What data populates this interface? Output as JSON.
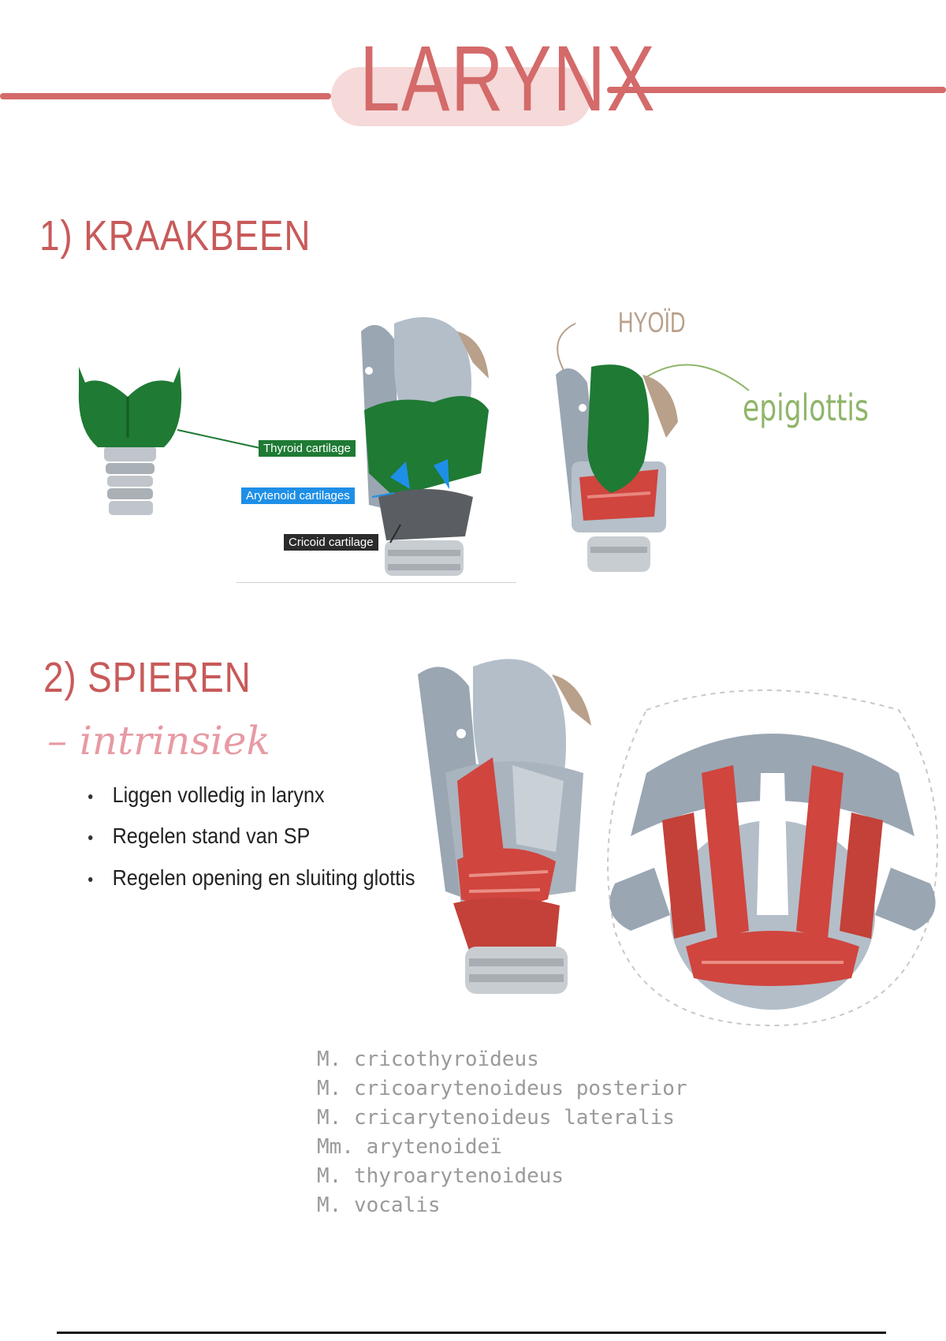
{
  "title": "LARYNX",
  "colors": {
    "accent": "#d46a6a",
    "accent_light": "#f6d9d9",
    "thyroid_green": "#1f7a34",
    "arytenoid_blue": "#1e8fe6",
    "cricoid_dark": "#2b2b2b",
    "epiglottis_text": "#8fb56a",
    "muscle_red": "#d0453e",
    "cartilage_grey": "#a9b4bf"
  },
  "section1": {
    "heading": "1) KRAAKBEEN",
    "labels": {
      "thyroid": "Thyroid cartilage",
      "arytenoid": "Arytenoid cartilages",
      "cricoid": "Cricoid cartilage"
    },
    "annotations": {
      "hyoid": "HYOÏD",
      "epiglottis": "epiglottis"
    }
  },
  "section2": {
    "heading": "2) SPIEREN",
    "subheading": "– intrinsiek",
    "bullets": [
      "Liggen volledig in larynx",
      "Regelen stand van SP",
      "Regelen opening en sluiting glottis"
    ],
    "muscles": [
      "M. cricothyroïdeus",
      "M. cricoarytenoideus posterior",
      "M. cricarytenoideus lateralis",
      "Mm. arytenoideï",
      "M. thyroarytenoideus",
      "M. vocalis"
    ]
  }
}
